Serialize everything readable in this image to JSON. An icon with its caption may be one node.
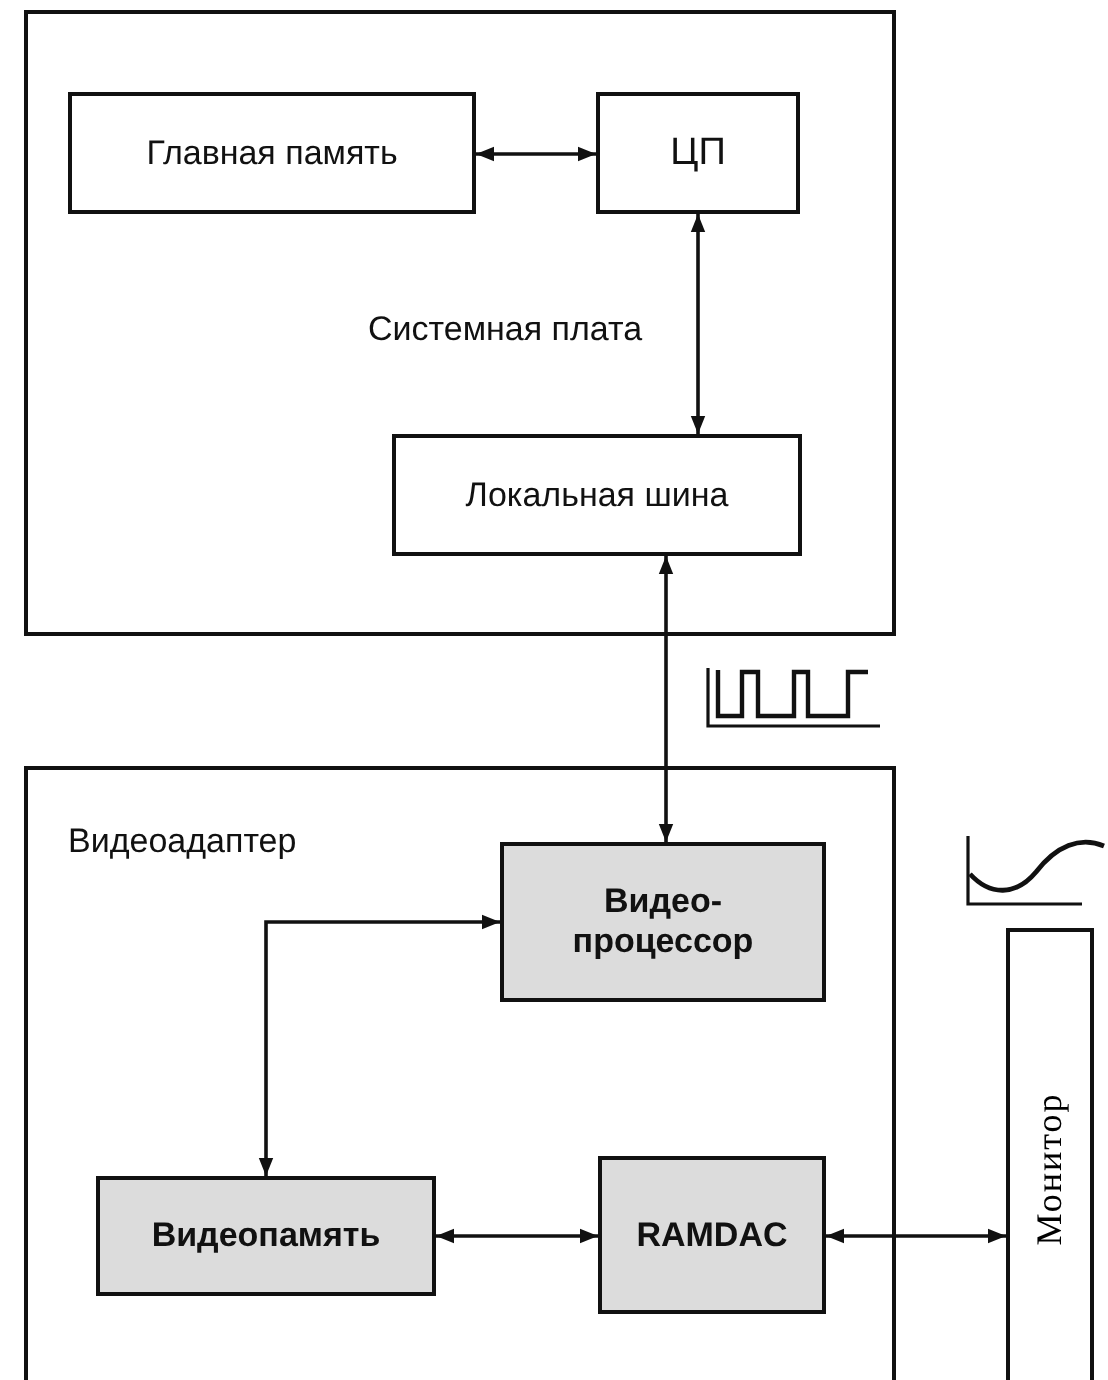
{
  "diagram": {
    "nodes": [
      {
        "text": [
          "Системная плата"
        ]
      },
      {
        "text": [
          "Главная память"
        ],
        "in": 0
      },
      {
        "text": [
          "ЦП"
        ],
        "in": 0
      },
      {
        "text": [
          "Локальная шина"
        ],
        "in": 0
      },
      {
        "text": [
          "Видеоадаптер"
        ]
      },
      {
        "text": [
          "Видео-процессор"
        ],
        "in": 4
      },
      {
        "text": [
          "Видеопамять"
        ],
        "in": 4
      },
      {
        "text": [
          "RAMDAC"
        ],
        "in": 4
      },
      {
        "text": [
          "Монитор"
        ]
      }
    ],
    "edges": [
      {
        "from": 1,
        "to": 2,
        "arrow": "both"
      },
      {
        "from": 2,
        "to": 3,
        "arrow": "both"
      },
      {
        "from": 3,
        "to": 5,
        "arrow": "both"
      },
      {
        "from": 6,
        "to": 5,
        "arrow": "both"
      },
      {
        "from": 6,
        "to": 7,
        "arrow": "both"
      },
      {
        "from": 7,
        "to": 8,
        "arrow": "both"
      }
    ]
  }
}
